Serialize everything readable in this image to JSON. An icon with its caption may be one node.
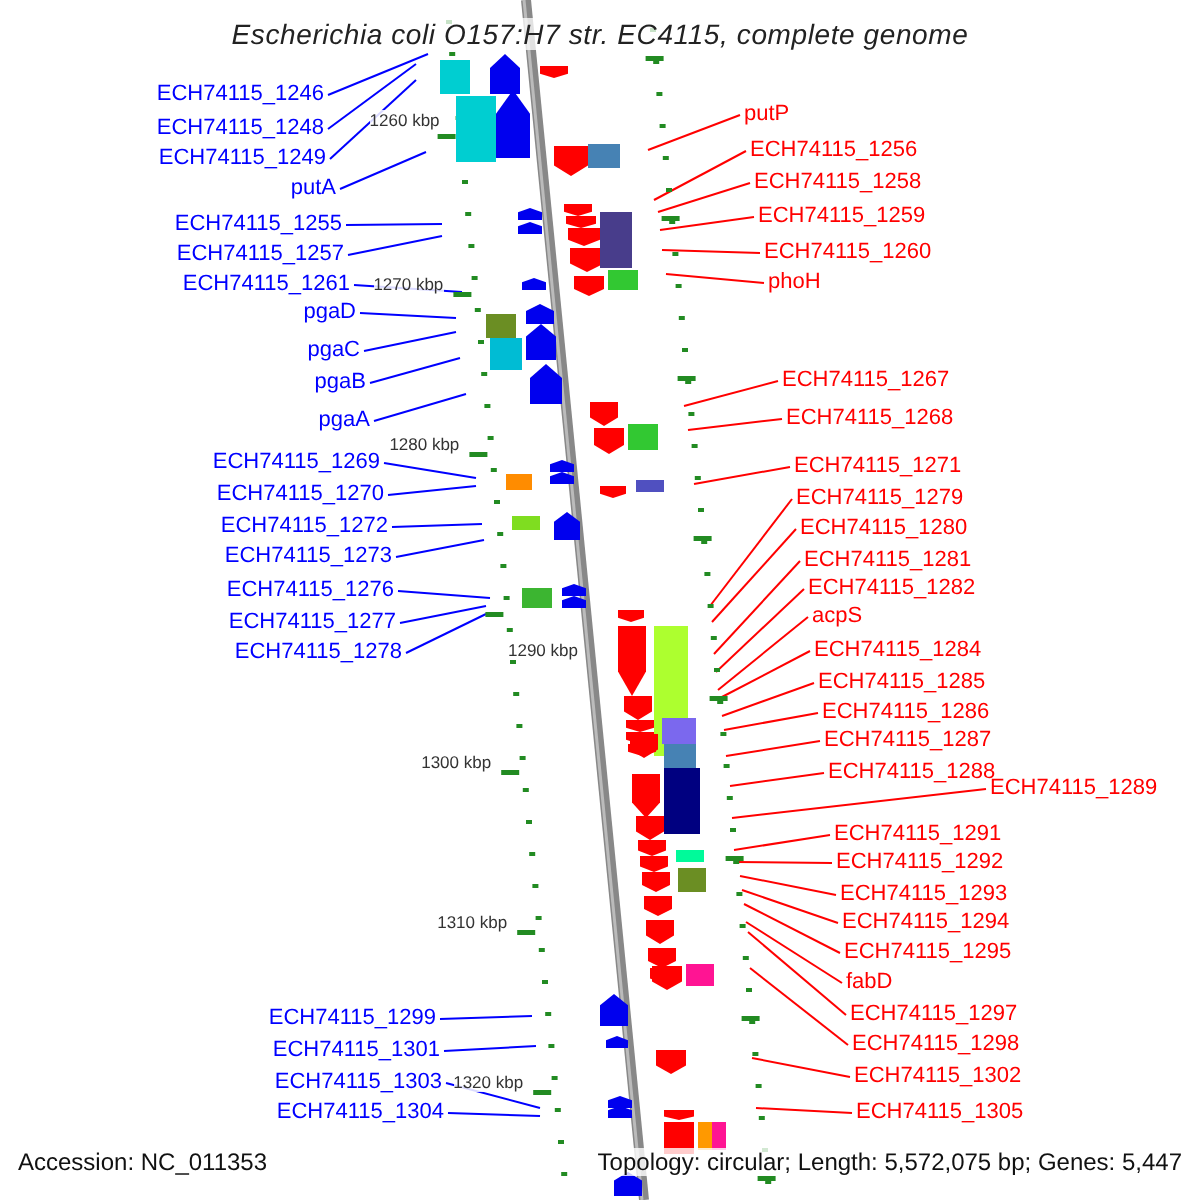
{
  "diagram": {
    "title": "Escherichia coli O157:H7 str. EC4115, complete genome",
    "nodes": [
      {
        "text": [
          "ECH74115_1246"
        ]
      },
      {
        "text": [
          "ECH74115_1248"
        ]
      },
      {
        "text": [
          "ECH74115_1249"
        ]
      },
      {
        "text": [
          "putA"
        ]
      },
      {
        "text": [
          "ECH74115_1255"
        ]
      },
      {
        "text": [
          "ECH74115_1257"
        ]
      },
      {
        "text": [
          "ECH74115_1261"
        ]
      },
      {
        "text": [
          "pgaD"
        ]
      },
      {
        "text": [
          "pgaC"
        ]
      },
      {
        "text": [
          "pgaB"
        ]
      },
      {
        "text": [
          "pgaA"
        ]
      },
      {
        "text": [
          "ECH74115_1269"
        ]
      },
      {
        "text": [
          "ECH74115_1270"
        ]
      },
      {
        "text": [
          "ECH74115_1272"
        ]
      },
      {
        "text": [
          "ECH74115_1273"
        ]
      },
      {
        "text": [
          "ECH74115_1276"
        ]
      },
      {
        "text": [
          "ECH74115_1277"
        ]
      },
      {
        "text": [
          "ECH74115_1278"
        ]
      },
      {
        "text": [
          "ECH74115_1299"
        ]
      },
      {
        "text": [
          "ECH74115_1301"
        ]
      },
      {
        "text": [
          "ECH74115_1303"
        ]
      },
      {
        "text": [
          "ECH74115_1304"
        ]
      },
      {
        "text": [
          "putP"
        ]
      },
      {
        "text": [
          "ECH74115_1256"
        ]
      },
      {
        "text": [
          "ECH74115_1258"
        ]
      },
      {
        "text": [
          "ECH74115_1259"
        ]
      },
      {
        "text": [
          "ECH74115_1260"
        ]
      },
      {
        "text": [
          "phoH"
        ]
      },
      {
        "text": [
          "ECH74115_1267"
        ]
      },
      {
        "text": [
          "ECH74115_1268"
        ]
      },
      {
        "text": [
          "ECH74115_1271"
        ]
      },
      {
        "text": [
          "ECH74115_1279"
        ]
      },
      {
        "text": [
          "ECH74115_1280"
        ]
      },
      {
        "text": [
          "ECH74115_1281"
        ]
      },
      {
        "text": [
          "ECH74115_1282"
        ]
      },
      {
        "text": [
          "acpS"
        ]
      },
      {
        "text": [
          "ECH74115_1284"
        ]
      },
      {
        "text": [
          "ECH74115_1285"
        ]
      },
      {
        "text": [
          "ECH74115_1286"
        ]
      },
      {
        "text": [
          "ECH74115_1287"
        ]
      },
      {
        "text": [
          "ECH74115_1288"
        ]
      },
      {
        "text": [
          "ECH74115_1289"
        ]
      },
      {
        "text": [
          "ECH74115_1291"
        ]
      },
      {
        "text": [
          "ECH74115_1292"
        ]
      },
      {
        "text": [
          "ECH74115_1293"
        ]
      },
      {
        "text": [
          "ECH74115_1294"
        ]
      },
      {
        "text": [
          "ECH74115_1295"
        ]
      },
      {
        "text": [
          "fabD"
        ]
      },
      {
        "text": [
          "ECH74115_1297"
        ]
      },
      {
        "text": [
          "ECH74115_1298"
        ]
      },
      {
        "text": [
          "ECH74115_1302"
        ]
      },
      {
        "text": [
          "ECH74115_1305"
        ]
      }
    ],
    "edges": [
      {
        "from": 0,
        "to": null,
        "arrow": "none",
        "color": "#0000ff"
      },
      {
        "from": 1,
        "to": null,
        "arrow": "none",
        "color": "#0000ff"
      },
      {
        "from": 2,
        "to": null,
        "arrow": "none",
        "color": "#0000ff"
      },
      {
        "from": 3,
        "to": null,
        "arrow": "none",
        "color": "#0000ff"
      },
      {
        "from": 4,
        "to": null,
        "arrow": "none",
        "color": "#0000ff"
      },
      {
        "from": 5,
        "to": null,
        "arrow": "none",
        "color": "#0000ff"
      },
      {
        "from": 6,
        "to": null,
        "arrow": "none",
        "color": "#0000ff"
      },
      {
        "from": 7,
        "to": null,
        "arrow": "none",
        "color": "#0000ff"
      },
      {
        "from": 8,
        "to": null,
        "arrow": "none",
        "color": "#0000ff"
      },
      {
        "from": 9,
        "to": null,
        "arrow": "none",
        "color": "#0000ff"
      },
      {
        "from": 10,
        "to": null,
        "arrow": "none",
        "color": "#0000ff"
      },
      {
        "from": 11,
        "to": null,
        "arrow": "none",
        "color": "#0000ff"
      },
      {
        "from": 12,
        "to": null,
        "arrow": "none",
        "color": "#0000ff"
      },
      {
        "from": 13,
        "to": null,
        "arrow": "none",
        "color": "#0000ff"
      },
      {
        "from": 14,
        "to": null,
        "arrow": "none",
        "color": "#0000ff"
      },
      {
        "from": 15,
        "to": null,
        "arrow": "none",
        "color": "#0000ff"
      },
      {
        "from": 16,
        "to": null,
        "arrow": "none",
        "color": "#0000ff"
      },
      {
        "from": 17,
        "to": null,
        "arrow": "none",
        "color": "#0000ff"
      },
      {
        "from": 18,
        "to": null,
        "arrow": "none",
        "color": "#0000ff"
      },
      {
        "from": 19,
        "to": null,
        "arrow": "none",
        "color": "#0000ff"
      },
      {
        "from": 20,
        "to": null,
        "arrow": "none",
        "color": "#0000ff"
      },
      {
        "from": 21,
        "to": null,
        "arrow": "none",
        "color": "#0000ff"
      },
      {
        "from": 22,
        "to": null,
        "arrow": "none"
      },
      {
        "from": 23,
        "to": null,
        "arrow": "none"
      },
      {
        "from": 24,
        "to": null,
        "arrow": "none"
      },
      {
        "from": 25,
        "to": null,
        "arrow": "none"
      },
      {
        "from": 26,
        "to": null,
        "arrow": "none"
      },
      {
        "from": 27,
        "to": null,
        "arrow": "none"
      },
      {
        "from": 28,
        "to": null,
        "arrow": "none"
      },
      {
        "from": 29,
        "to": null,
        "arrow": "none"
      },
      {
        "from": 30,
        "to": null,
        "arrow": "none"
      },
      {
        "from": 31,
        "to": null,
        "arrow": "none"
      },
      {
        "from": 32,
        "to": null,
        "arrow": "none"
      },
      {
        "from": 33,
        "to": null,
        "arrow": "none"
      },
      {
        "from": 34,
        "to": null,
        "arrow": "none"
      },
      {
        "from": 35,
        "to": null,
        "arrow": "none"
      },
      {
        "from": 36,
        "to": null,
        "arrow": "none"
      },
      {
        "from": 37,
        "to": null,
        "arrow": "none"
      },
      {
        "from": 38,
        "to": null,
        "arrow": "none"
      },
      {
        "from": 39,
        "to": null,
        "arrow": "none"
      },
      {
        "from": 40,
        "to": null,
        "arrow": "none"
      },
      {
        "from": 41,
        "to": null,
        "arrow": "none"
      },
      {
        "from": 42,
        "to": null,
        "arrow": "none"
      },
      {
        "from": 43,
        "to": null,
        "arrow": "none"
      },
      {
        "from": 44,
        "to": null,
        "arrow": "none"
      },
      {
        "from": 45,
        "to": null,
        "arrow": "none"
      },
      {
        "from": 46,
        "to": null,
        "arrow": "none"
      },
      {
        "from": 47,
        "to": null,
        "arrow": "none"
      },
      {
        "from": 48,
        "to": null,
        "arrow": "none"
      },
      {
        "from": 49,
        "to": null,
        "arrow": "none"
      },
      {
        "from": 50,
        "to": null,
        "arrow": "none"
      },
      {
        "from": 51,
        "to": null,
        "arrow": "none"
      }
    ],
    "labels": [
      "1260 kbp",
      "1270 kbp",
      "1280 kbp",
      "1290 kbp",
      "1300 kbp",
      "1310 kbp",
      "1320 kbp",
      "Accession: NC_011353",
      "Topology: circular; Length: 5,572,075 bp; Genes: 5,447"
    ]
  }
}
